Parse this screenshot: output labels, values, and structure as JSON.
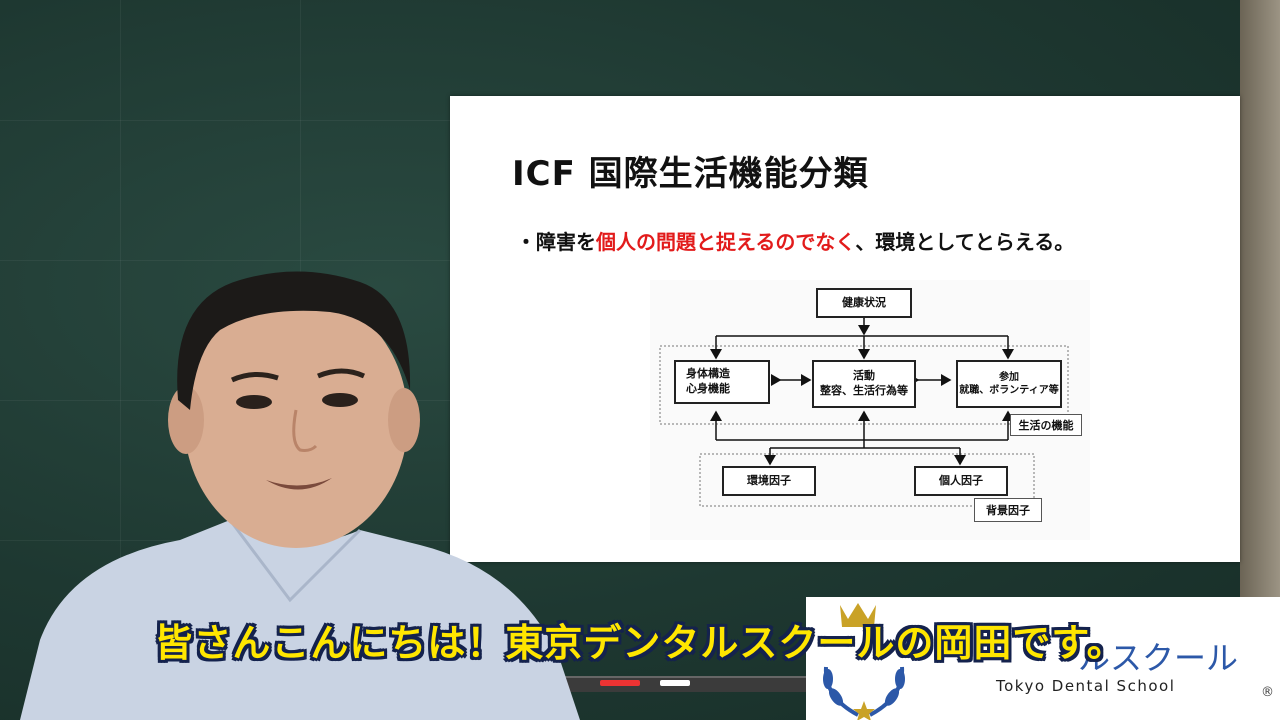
{
  "slide": {
    "title": "ICF 国際生活機能分類",
    "bullet": {
      "prefix": "・障害を",
      "highlight": "個人の問題と捉えるのでなく",
      "suffix": "、環境としてとらえる。"
    }
  },
  "diagram": {
    "health": "健康状況",
    "body_line1": "身体構造",
    "body_line2": "心身機能",
    "activity_line1": "活動",
    "activity_line2": "整容、生活行為等",
    "participation_line1": "参加",
    "participation_line2": "就職、ボランティア等",
    "life_function_label": "生活の機能",
    "env_factor": "環境因子",
    "personal_factor": "個人因子",
    "background_label": "背景因子"
  },
  "logo": {
    "jp_text": "ルスクール",
    "en_text": "Tokyo Dental School",
    "reg": "®"
  },
  "subtitle": "皆さんこんにちは！東京デンタルスクールの岡田です。",
  "colors": {
    "chalkboard": "#1f3a33",
    "subtitle_fill": "#ffe600",
    "subtitle_outline": "#14224d",
    "highlight_red": "#e21b1b",
    "logo_blue": "#2c58a8",
    "logo_gold": "#c9a227"
  }
}
